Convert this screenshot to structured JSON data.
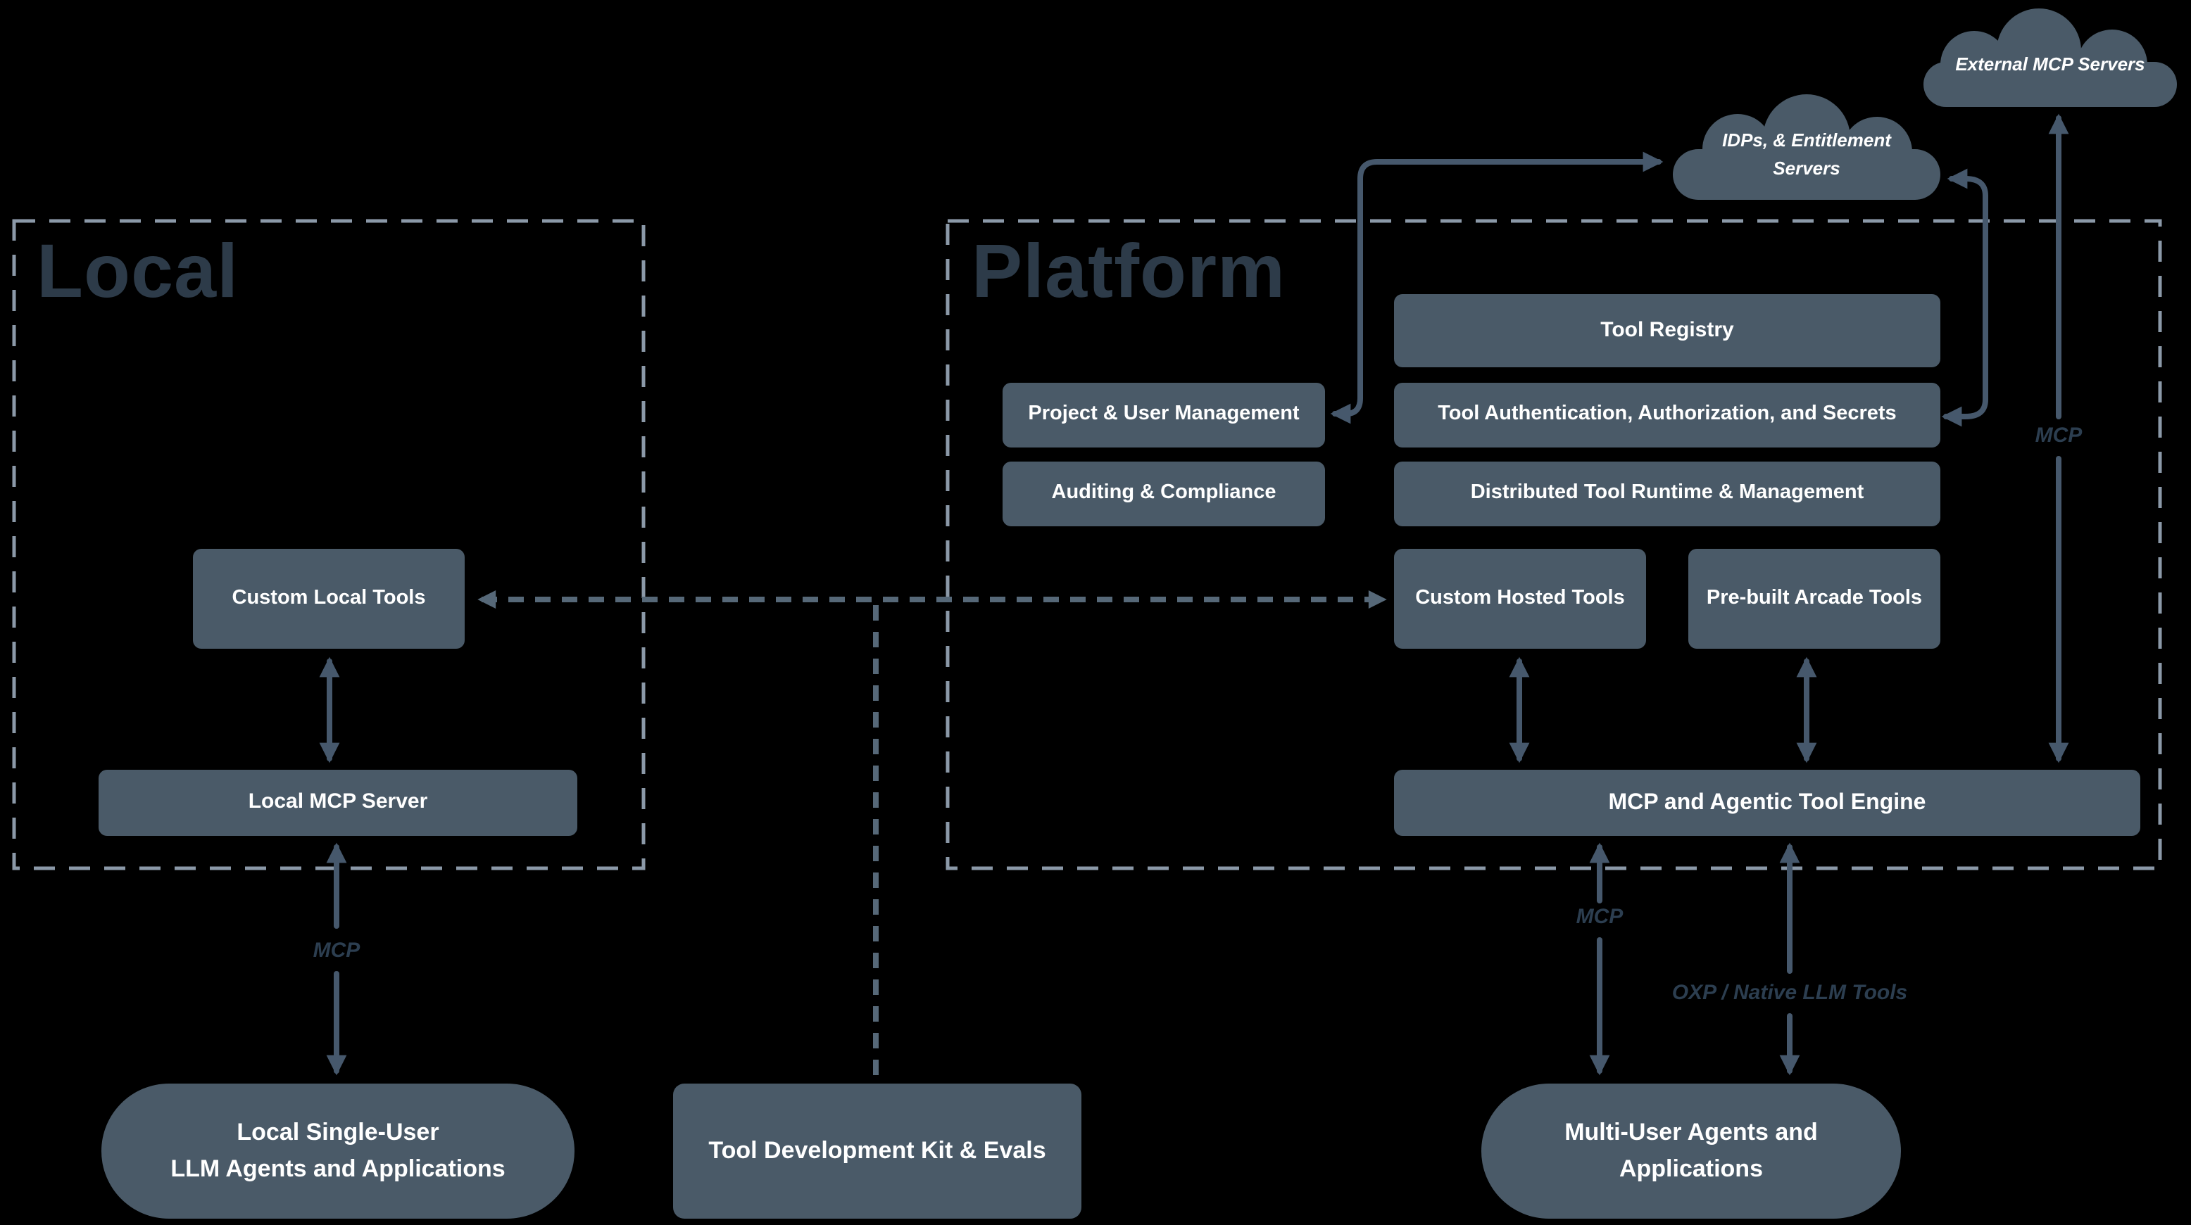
{
  "sections": {
    "local": {
      "title": "Local"
    },
    "platform": {
      "title": "Platform"
    }
  },
  "clouds": {
    "external": {
      "label": "External MCP Servers"
    },
    "idps": {
      "label": "IDPs, & Entitlement Servers"
    }
  },
  "nodes": {
    "tool_registry": "Tool Registry",
    "project_user_mgmt": "Project & User Management",
    "tool_auth": "Tool Authentication, Authorization, and Secrets",
    "auditing": "Auditing & Compliance",
    "distributed_runtime": "Distributed Tool Runtime & Management",
    "custom_hosted": "Custom Hosted Tools",
    "prebuilt_arcade": "Pre-built Arcade Tools",
    "custom_local": "Custom Local Tools",
    "local_mcp_server": "Local MCP Server",
    "engine": "MCP and Agentic Tool Engine",
    "tdk": "Tool Development Kit & Evals"
  },
  "agents": {
    "local_single_user": {
      "line1": "Local Single-User",
      "line2": "LLM Agents and Applications"
    },
    "multi_user": {
      "line1": "Multi-User Agents and",
      "line2": "Applications"
    }
  },
  "edge_labels": {
    "local_mcp": "MCP",
    "engine_mcp": "MCP",
    "external_mcp": "MCP",
    "oxp": "OXP / Native LLM Tools"
  },
  "colors": {
    "background": "#000000",
    "node_fill": "#4a5a68",
    "arrow": "#46586c",
    "dashed_arrow": "#566878",
    "dashed_border": "#8b99a8",
    "section_title": "#2d3b49",
    "edge_label": "#2c3e50",
    "node_text": "#ffffff"
  }
}
